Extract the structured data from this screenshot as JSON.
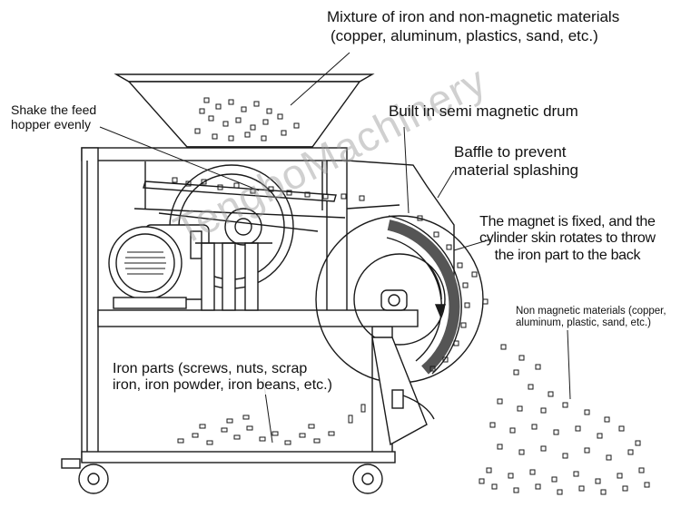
{
  "labels": {
    "mixture": {
      "line1": "Mixture of iron and non-magnetic materials",
      "line2": "(copper, aluminum, plastics, sand, etc.)"
    },
    "hopper": {
      "line1": "Shake the feed",
      "line2": "hopper evenly"
    },
    "drum": {
      "line1": "Built in semi magnetic drum"
    },
    "baffle": {
      "line1": "Baffle to prevent",
      "line2": "material splashing"
    },
    "magnet": {
      "line1": "The magnet is fixed, and the",
      "line2": "cylinder skin rotates to throw",
      "line3": "the iron part to the back"
    },
    "non_magnetic": {
      "line1": "Non magnetic materials (copper,",
      "line2": "aluminum, plastic, sand, etc.)"
    },
    "iron_parts": {
      "line1": "Iron parts (screws, nuts, scrap",
      "line2": "iron, iron powder, iron beans, etc.)"
    }
  },
  "watermark": "TengboMachinery",
  "colors": {
    "line": "#1a1a1a",
    "watermark": "#9a9a9a"
  }
}
